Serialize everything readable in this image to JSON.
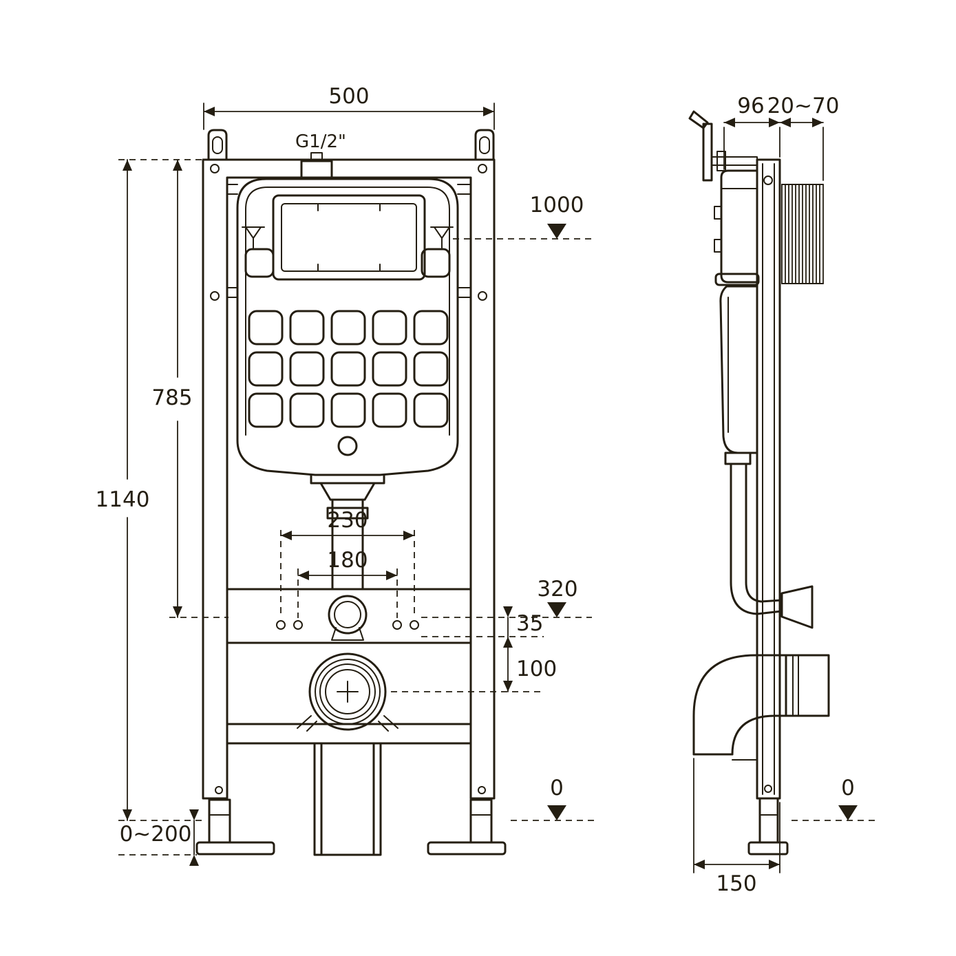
{
  "title": "concealed-cistern-frame-installation-drawing",
  "colors": {
    "line": "#241e12",
    "background": "#ffffff"
  },
  "front_view": {
    "dim_width_top": "500",
    "inlet_thread": "G1/2\"",
    "level_top": "1000",
    "dim_height_cistern": "785",
    "dim_height_frame": "1140",
    "dim_stud_outer": "230",
    "dim_stud_inner": "180",
    "level_outlet": "320",
    "dim_gap": "35",
    "dim_drain_offset": "100",
    "level_floor": "0",
    "dim_leg_adjust": "0~200"
  },
  "side_view": {
    "dim_depth_frame": "96",
    "dim_wall_distance": "20~70",
    "level_floor": "0",
    "dim_depth_total": "150"
  }
}
